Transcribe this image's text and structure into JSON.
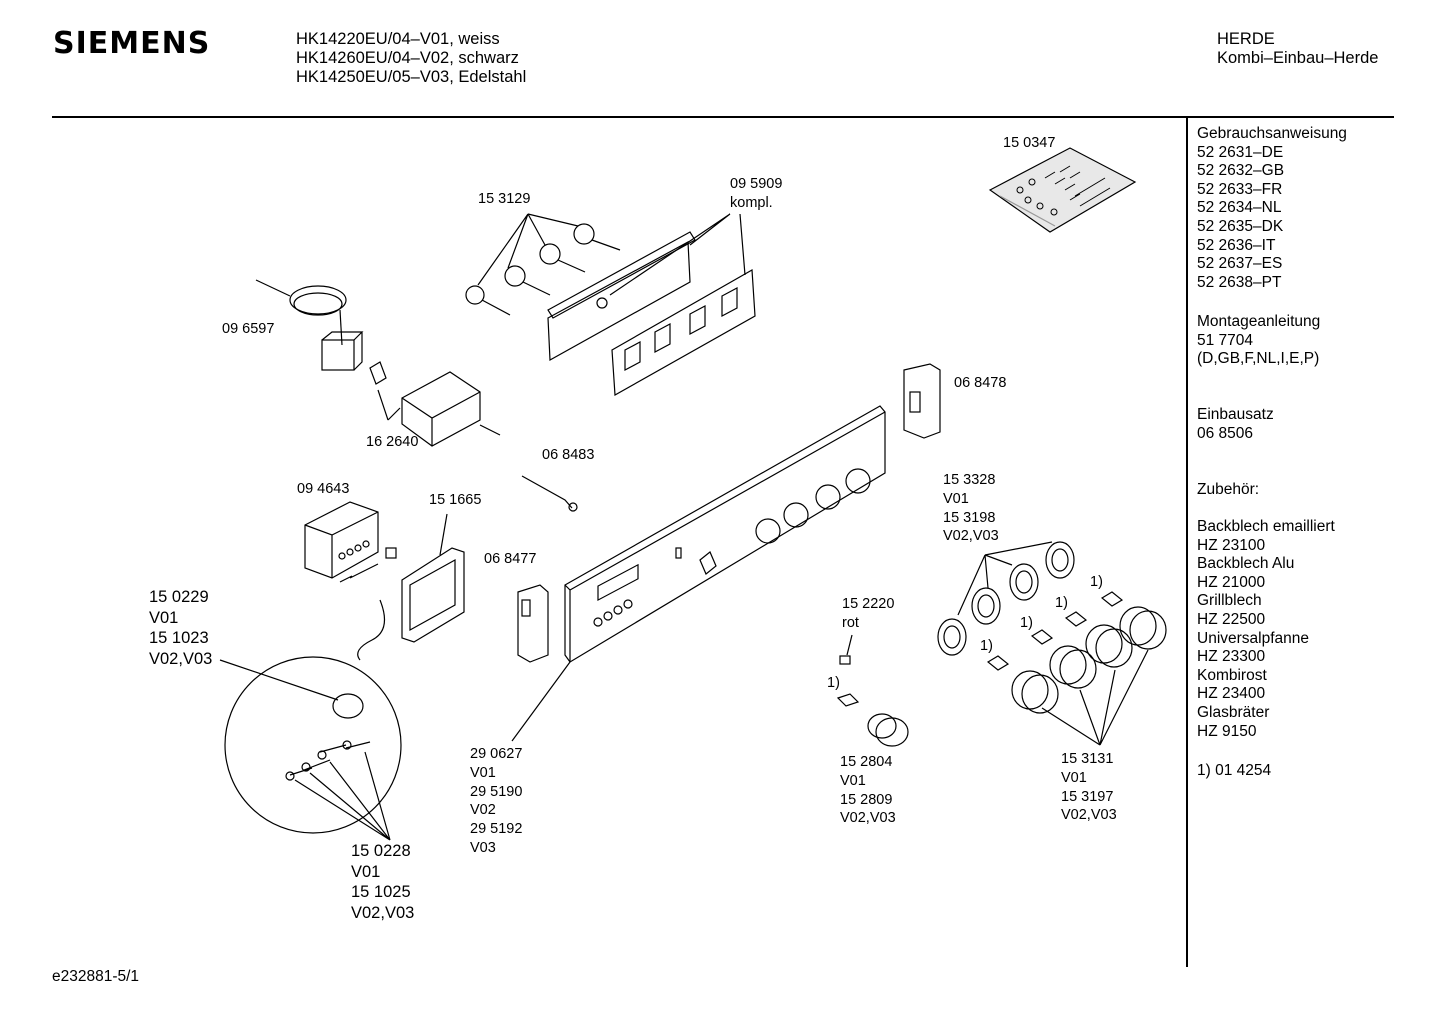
{
  "header": {
    "brand": "SIEMENS",
    "models": [
      "HK14220EU/04–V01, weiss",
      "HK14260EU/04–V02, schwarz",
      "HK14250EU/05–V03, Edelstahl"
    ],
    "category": [
      "HERDE",
      "Kombi–Einbau–Herde"
    ]
  },
  "sidebar": {
    "manual_title": "Gebrauchsanweisung",
    "manual_codes": [
      "52 2631–DE",
      "52 2632–GB",
      "52 2633–FR",
      "52 2634–NL",
      "52 2635–DK",
      "52 2636–IT",
      "52 2637–ES",
      "52 2638–PT"
    ],
    "install_title": "Montageanleitung",
    "install_code": "51 7704",
    "install_langs": "(D,GB,F,NL,I,E,P)",
    "kit_title": "Einbausatz",
    "kit_code": "06 8506",
    "accessories_title": "Zubehör:",
    "accessories": [
      "Backblech emailliert",
      "HZ 23100",
      "Backblech Alu",
      "HZ 21000",
      "Grillblech",
      "HZ 22500",
      "Universalpfanne",
      "HZ 23300",
      "Kombirost",
      "HZ 23400",
      "Glasbräter",
      "HZ 9150"
    ],
    "footnote": "1)  01 4254"
  },
  "parts": {
    "p150347": "15 0347",
    "p153129": "15 3129",
    "p095909": [
      "09 5909",
      "kompl."
    ],
    "p096597": "09 6597",
    "p162640": "16 2640",
    "p068478": "06 8478",
    "p068483": "06 8483",
    "p094643": "09 4643",
    "p151665": "15 1665",
    "p068477": "06 8477",
    "p153328": [
      "15 3328",
      "V01",
      "15 3198",
      "V02,V03"
    ],
    "p150229": [
      "15 0229",
      "V01",
      "15 1023",
      "V02,V03"
    ],
    "p152220": [
      "15 2220",
      "rot"
    ],
    "p290627": [
      "29 0627",
      "V01",
      "29 5190",
      "V02",
      "29 5192",
      "V03"
    ],
    "p152804": [
      "15 2804",
      "V01",
      "15 2809",
      "V02,V03"
    ],
    "p153131": [
      "15 3131",
      "V01",
      "15 3197",
      "V02,V03"
    ],
    "p150228": [
      "15 0228",
      "V01",
      "15 1025",
      "V02,V03"
    ],
    "footnote_marker": "1)"
  },
  "footer": {
    "doc_id": "e232881-5/1"
  }
}
